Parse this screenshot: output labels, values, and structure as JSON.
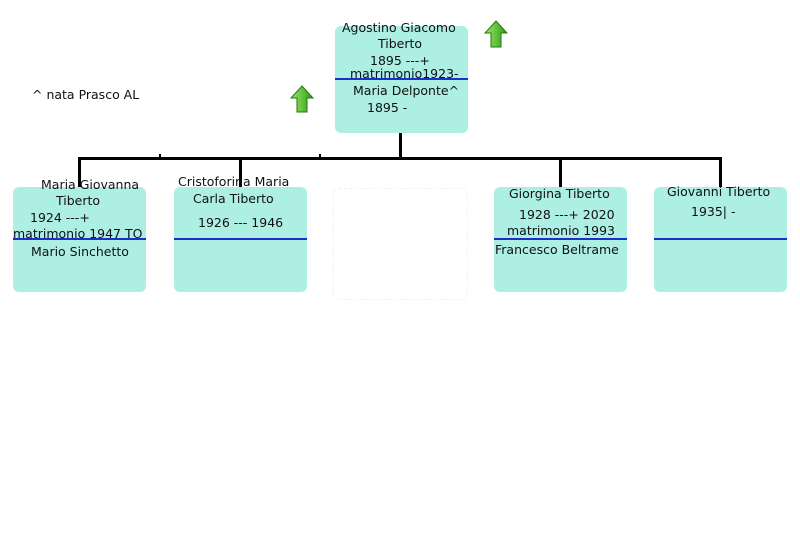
{
  "note": "^ nata Prasco AL",
  "root": {
    "name_line1": "Agostino Giacomo",
    "name_line2": "Tiberto",
    "dates": "1895 ---+",
    "marriage": "matrimonio1923-",
    "spouse": "Maria Delponte^",
    "spouse_dates": "1895 -"
  },
  "children": [
    {
      "name_line1": "Maria Giovanna",
      "name_line2": "Tiberto",
      "dates": "1924 ---+",
      "marriage": "matrimonio 1947 TO",
      "spouse": "Mario Sinchetto"
    },
    {
      "name_line1": "Cristoforina Maria",
      "name_line2": "Carla Tiberto",
      "dates": "1926 --- 1946"
    },
    {
      "name_line1": "Giorgina Tiberto",
      "dates": "1928 ---+ 2020",
      "marriage": "matrimonio 1993",
      "spouse": "Francesco Beltrame"
    },
    {
      "name_line1": "Giovanni Tiberto",
      "dates": "1935| -"
    }
  ],
  "colors": {
    "box": "#adefe3",
    "marriage_line": "#1d2fc8",
    "connector": "#000000",
    "arrow": "#3cb81a"
  },
  "icons": [
    "up-arrow-icon",
    "up-arrow-icon"
  ]
}
